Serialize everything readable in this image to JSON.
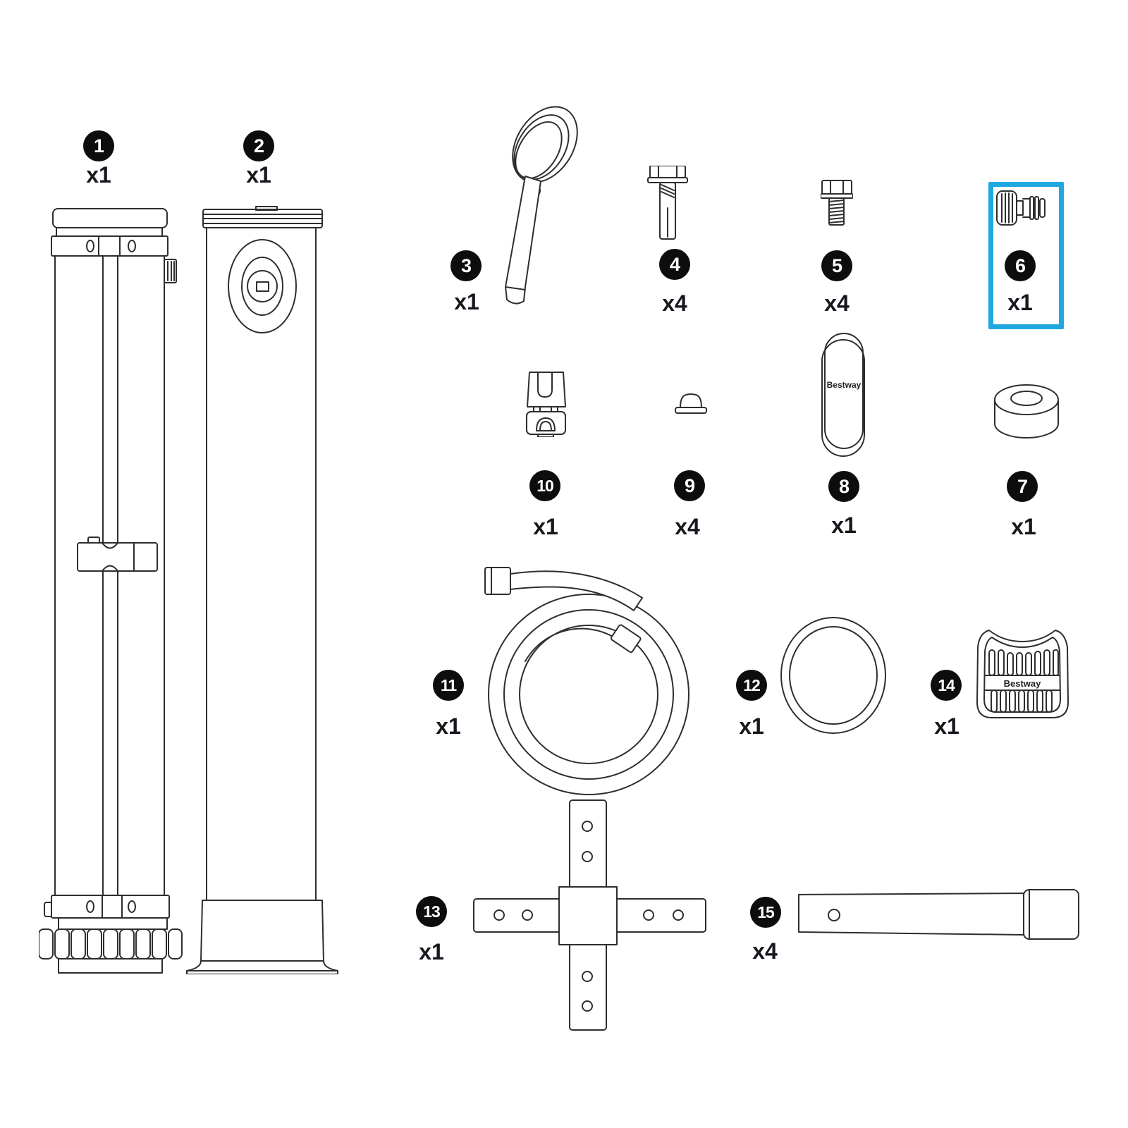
{
  "page": {
    "background": "#ffffff"
  },
  "highlight": {
    "color": "#1fa8e0",
    "highlighted_part": "6"
  },
  "parts": [
    {
      "num": "1",
      "count": "x1"
    },
    {
      "num": "2",
      "count": "x1"
    },
    {
      "num": "3",
      "count": "x1"
    },
    {
      "num": "4",
      "count": "x4"
    },
    {
      "num": "5",
      "count": "x4"
    },
    {
      "num": "6",
      "count": "x1"
    },
    {
      "num": "7",
      "count": "x1"
    },
    {
      "num": "8",
      "count": "x1",
      "brand": "Bestway"
    },
    {
      "num": "9",
      "count": "x4"
    },
    {
      "num": "10",
      "count": "x1"
    },
    {
      "num": "11",
      "count": "x1"
    },
    {
      "num": "12",
      "count": "x1"
    },
    {
      "num": "13",
      "count": "x1"
    },
    {
      "num": "14",
      "count": "x1",
      "brand": "Bestway"
    },
    {
      "num": "15",
      "count": "x4"
    }
  ]
}
